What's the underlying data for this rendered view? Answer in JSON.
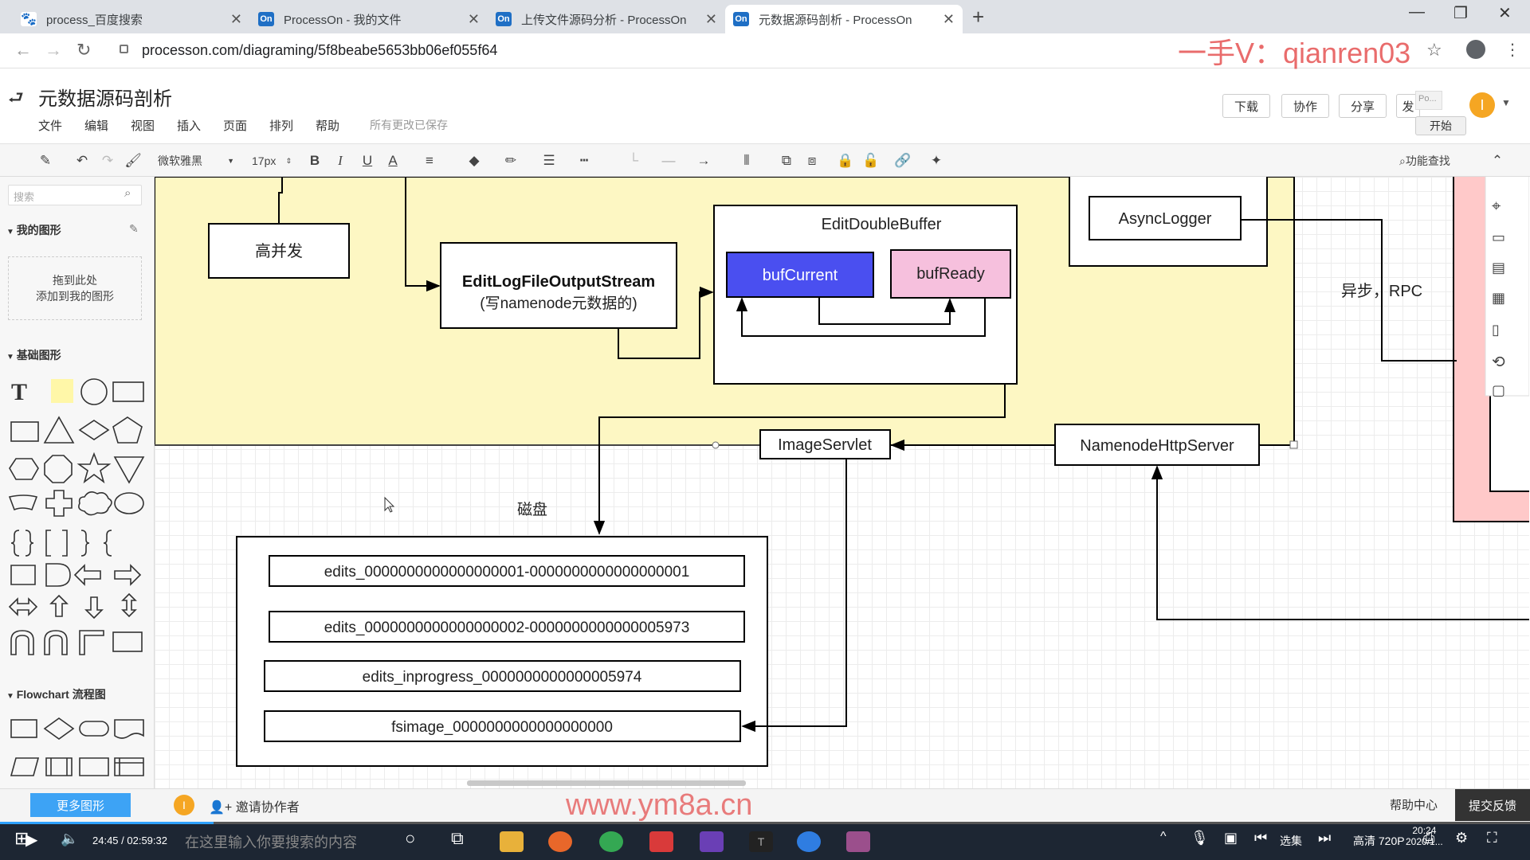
{
  "browser": {
    "tabs": [
      {
        "title": "process_百度搜索",
        "icon": "baidu-paw-icon",
        "fav": "🐾"
      },
      {
        "title": "ProcessOn - 我的文件",
        "icon": "processon-icon",
        "fav": "On"
      },
      {
        "title": "上传文件源码分析 - ProcessOn",
        "icon": "processon-icon",
        "fav": "On"
      },
      {
        "title": "元数据源码剖析 - ProcessOn",
        "icon": "processon-icon",
        "fav": "On"
      }
    ],
    "url": "processon.com/diagraming/5f8beabe5653bb06ef055f64",
    "watermark_top": "一手V：qianren03"
  },
  "app": {
    "doc_title": "元数据源码剖析",
    "menus": [
      "文件",
      "编辑",
      "视图",
      "插入",
      "页面",
      "排列",
      "帮助"
    ],
    "save_status": "所有更改已保存",
    "buttons": {
      "download": "下载",
      "collab": "协作",
      "share": "分享",
      "publish": "发",
      "start": "开始",
      "mini": "Po..."
    },
    "avatar_letter": "I"
  },
  "toolbar": {
    "font": "微软雅黑",
    "size": "17px",
    "bold": "B",
    "italic": "I",
    "underline": "U",
    "fontcolor": "A",
    "search": "功能查找"
  },
  "sidebar": {
    "search_placeholder": "搜索",
    "my_shapes": "我的图形",
    "drop_hint_1": "拖到此处",
    "drop_hint_2": "添加到我的图形",
    "basic_shapes": "基础图形",
    "text_glyph": "T",
    "flowchart": "Flowchart 流程图",
    "more_shapes": "更多图形"
  },
  "diagram": {
    "high_concurrency": "高并发",
    "editlog_1": "EditLogFileOutputStream",
    "editlog_2": "(写namenode元数据的)",
    "double_buffer": "EditDoubleBuffer",
    "buf_current": "bufCurrent",
    "buf_ready": "bufReady",
    "async_logger": "AsyncLogger",
    "async_rpc": "异步，RPC",
    "image_servlet": "ImageServlet",
    "http_server": "NamenodeHttpServer",
    "disk": "磁盘",
    "files": [
      "edits_0000000000000000001-0000000000000000001",
      "edits_0000000000000000002-0000000000000005973",
      "edits_inprogress_0000000000000005974",
      "fsimage_0000000000000000000"
    ],
    "colors": {
      "yellow_zone": "#fdf7c3",
      "buf_current": "#4a4ff0",
      "buf_ready": "#f6c0dd",
      "pink": "#ffc9c9"
    }
  },
  "bottom": {
    "invite": "邀请协作者",
    "help": "帮助中心",
    "feedback": "提交反馈",
    "watermark": "www.ym8a.cn"
  },
  "player": {
    "time": "24:45 / 02:59:32",
    "search_hint": "在这里输入你要搜索的内容",
    "select": "选集",
    "quality": "高清 720P",
    "clock": "20:24",
    "date": "2020/1..."
  }
}
